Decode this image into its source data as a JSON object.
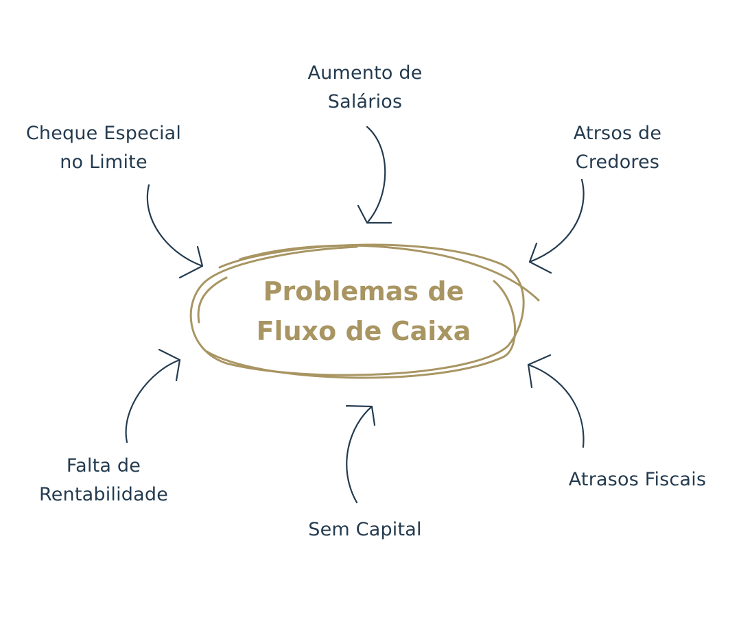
{
  "center": {
    "line1": "Problemas de",
    "line2": "Fluxo de Caixa"
  },
  "causes": {
    "aumento_salarios": {
      "line1": "Aumento de",
      "line2": "Salários"
    },
    "cheque_especial": {
      "line1": "Cheque Especial",
      "line2": "no Limite"
    },
    "atrasos_credores": {
      "line1": "Atrsos de",
      "line2": "Credores"
    },
    "falta_rentabilidade": {
      "line1": "Falta de",
      "line2": "Rentabilidade"
    },
    "sem_capital": {
      "line1": "Sem Capital"
    },
    "atrasos_fiscais": {
      "line1": "Atrasos Fiscais"
    }
  },
  "colors": {
    "text": "#243b4f",
    "accent": "#a89562",
    "background": "#ffffff"
  }
}
